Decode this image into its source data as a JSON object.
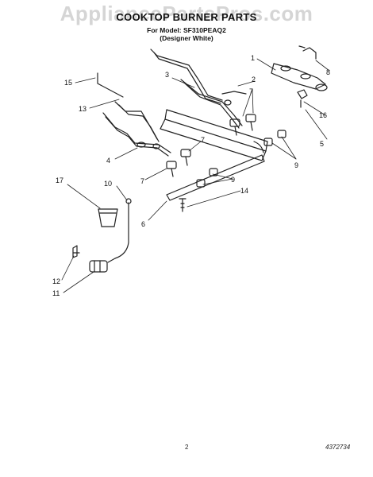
{
  "watermark": "AppliancePartsPros.com",
  "title": "COOKTOP BURNER PARTS",
  "model_line": "For Model: SF310PEAQ2",
  "color_line": "(Designer White)",
  "page_number": "2",
  "document_number": "4372734",
  "callouts": [
    {
      "key": "c1",
      "text": "1"
    },
    {
      "key": "c2",
      "text": "2"
    },
    {
      "key": "c3",
      "text": "3"
    },
    {
      "key": "c4",
      "text": "4"
    },
    {
      "key": "c5",
      "text": "5"
    },
    {
      "key": "c6",
      "text": "6"
    },
    {
      "key": "c7a",
      "text": "7"
    },
    {
      "key": "c7b",
      "text": "7"
    },
    {
      "key": "c7c",
      "text": "7"
    },
    {
      "key": "c8",
      "text": "8"
    },
    {
      "key": "c9a",
      "text": "9"
    },
    {
      "key": "c9b",
      "text": "9"
    },
    {
      "key": "c10",
      "text": "10"
    },
    {
      "key": "c11",
      "text": "11"
    },
    {
      "key": "c12",
      "text": "12"
    },
    {
      "key": "c13",
      "text": "13"
    },
    {
      "key": "c14",
      "text": "14"
    },
    {
      "key": "c15",
      "text": "15"
    },
    {
      "key": "c16",
      "text": "16"
    },
    {
      "key": "c17",
      "text": "17"
    }
  ]
}
